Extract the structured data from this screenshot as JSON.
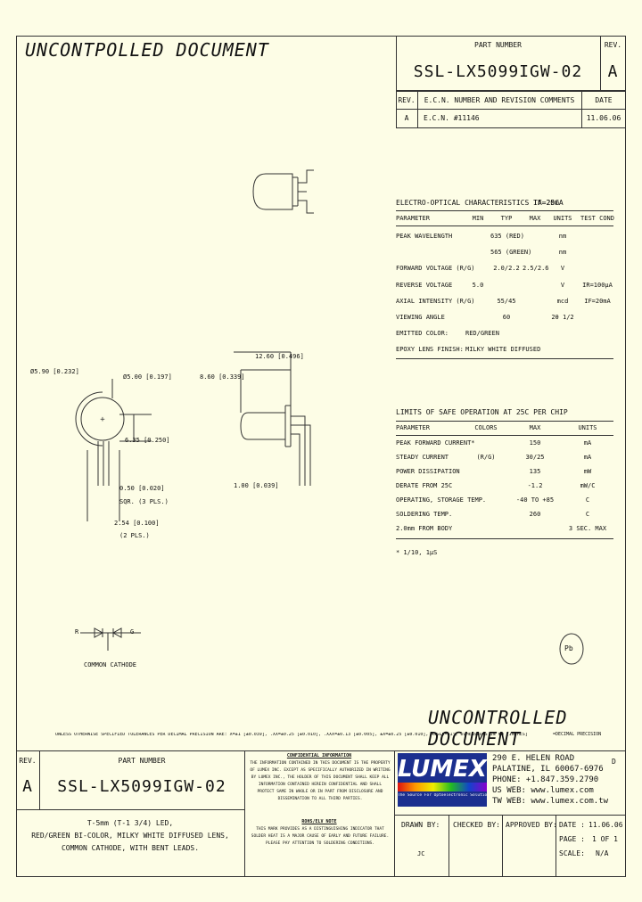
{
  "watermark_top": "UNCONTPOLLED DOCUMENT",
  "watermark_bottom": "UNCONTROLLED DOCUMENT",
  "title_block_top": {
    "part_number_label": "PART NUMBER",
    "part_number": "SSL-LX5099IGW-02",
    "rev_label": "REV.",
    "rev": "A"
  },
  "revision_table": {
    "headers": [
      "REV.",
      "E.C.N. NUMBER AND REVISION COMMENTS",
      "DATE"
    ],
    "rows": [
      [
        "A",
        "E.C.N. #11146",
        "11.06.06"
      ]
    ]
  },
  "electro_optical": {
    "title": "ELECTRO-OPTICAL CHARACTERISTICS TA=25C",
    "condition": "IF=20mA",
    "headers": [
      "PARAMETER",
      "MIN",
      "TYP",
      "MAX",
      "UNITS",
      "TEST COND"
    ],
    "rows": [
      [
        "PEAK WAVELENGTH",
        "",
        "635 (RED)",
        "",
        "nm",
        ""
      ],
      [
        "",
        "",
        "565 (GREEN)",
        "",
        "nm",
        ""
      ],
      [
        "FORWARD VOLTAGE (R/G)",
        "",
        "2.0/2.2",
        "2.5/2.6",
        "V",
        ""
      ],
      [
        "REVERSE VOLTAGE",
        "5.0",
        "",
        "",
        "V",
        "IR=100μA"
      ],
      [
        "AXIAL INTENSITY (R/G)",
        "",
        "55/45",
        "",
        "mcd",
        "IF=20mA"
      ],
      [
        "VIEWING ANGLE",
        "",
        "60",
        "",
        "2θ 1/2",
        ""
      ],
      [
        "EMITTED COLOR:",
        "RED/GREEN",
        "",
        "",
        "",
        ""
      ],
      [
        "EPOXY LENS FINISH:",
        "MILKY WHITE DIFFUSED",
        "",
        "",
        "",
        ""
      ]
    ]
  },
  "safe_operation": {
    "title": "LIMITS OF SAFE OPERATION AT 25C PER CHIP",
    "headers": [
      "PARAMETER",
      "COLORS",
      "MAX",
      "UNITS"
    ],
    "rows": [
      [
        "PEAK FORWARD CURRENT*",
        "",
        "150",
        "mA"
      ],
      [
        "STEADY CURRENT",
        "(R/G)",
        "30/25",
        "mA"
      ],
      [
        "POWER DISSIPATION",
        "",
        "135",
        "mW"
      ],
      [
        "DERATE FROM 25C",
        "",
        "-1.2",
        "mW/C"
      ],
      [
        "OPERATING, STORAGE TEMP.",
        "",
        "-40 TO +85",
        "C"
      ],
      [
        "SOLDERING TEMP.",
        "",
        "260",
        "C"
      ],
      [
        "2.0mm FROM BODY",
        "",
        "",
        "3 SEC. MAX"
      ]
    ],
    "note": "* 1/10, 1μS"
  },
  "dimensions": {
    "lens_dia": "Ø5.90 [0.232]",
    "body_dia": "Ø5.00 [0.197]",
    "height": "8.60 [0.339]",
    "bend": "12.60 [0.496]",
    "lead_len": "6.35 [0.250]",
    "lead_sq": "0.50 [0.020]",
    "lead_sq2": "SQR. (3 PLS.)",
    "pitch": "2.54 [0.100]",
    "pitch2": "(2 PLS.)",
    "offset": "1.00 [0.039]"
  },
  "schematic": {
    "r": "R",
    "g": "G",
    "label": "COMMON CATHODE"
  },
  "rohs_mark": "Pb",
  "tolerance_note": "UNLESS OTHERWISE SPECIFIED TOLERANCES PER DECIMAL PRECISION ARE: X=±1 [±0.039], .XX=±0.25 [±0.010], .XXX=±0.13 [±0.005], ±X=±0.25 [±0.010], ANGLE=±1°, DIMENSIONS IN mm [INCHES]",
  "decimal_note": "=DECIMAL PRECISION",
  "confidential": {
    "title": "CONFIDENTIAL INFORMATION",
    "text": "THE INFORMATION CONTAINED IN THIS DOCUMENT IS THE PROPERTY OF LUMEX INC. EXCEPT AS SPECIFICALLY AUTHORIZED IN WRITING BY LUMEX INC., THE HOLDER OF THIS DOCUMENT SHALL KEEP ALL INFORMATION CONTAINED HEREIN CONFIDENTIAL AND SHALL PROTECT SAME IN WHOLE OR IN PART FROM DISCLOSURE AND DISSEMINATION TO ALL THIRD PARTIES.",
    "rohs_title": "ROHS/ELV NOTE",
    "rohs_text": "THIS MARK PROVIDES AS A DISTINGUISHING INDICATOR THAT SOLDER HEAT IS A MAJOR CAUSE OF EARLY AND FUTURE FAILURE. PLEASE PAY ATTENTION TO SOLDERING CONDITIONS."
  },
  "company": {
    "logo": "LUMEX",
    "tagline": "The Source For Optoelectronic Solutions",
    "address1": "290 E. HELEN ROAD",
    "address2": "PALATINE, IL 60067-6976",
    "phone": "PHONE: +1.847.359.2790",
    "us_web": "US WEB: www.lumex.com",
    "tw_web": "TW WEB: www.lumex.com.tw",
    "d": "D"
  },
  "title_block_bottom": {
    "rev_label": "REV.",
    "rev": "A",
    "part_number_label": "PART NUMBER",
    "part_number": "SSL-LX5099IGW-02",
    "description": [
      "T-5mm (T-1 3/4) LED,",
      "RED/GREEN BI-COLOR, MILKY WHITE DIFFUSED LENS,",
      "COMMON CATHODE, WITH BENT LEADS."
    ],
    "drawn_by_label": "DRAWN BY:",
    "drawn_by": "JC",
    "checked_by_label": "CHECKED BY:",
    "approved_by_label": "APPROVED BY:",
    "date_label": "DATE :",
    "date": "11.06.06",
    "page_label": "PAGE :",
    "page": "1 OF 1",
    "scale_label": "SCALE:",
    "scale": "N/A"
  }
}
